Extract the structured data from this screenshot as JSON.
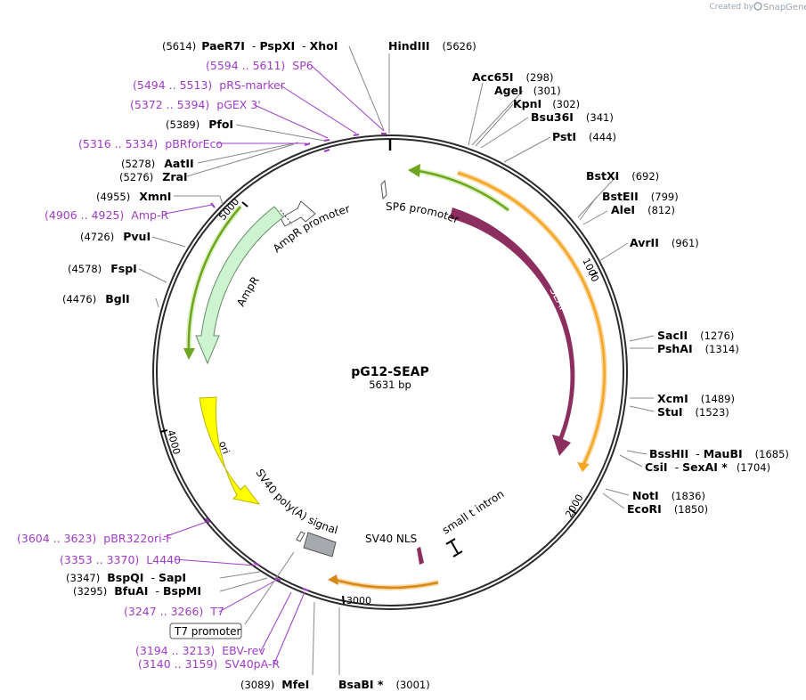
{
  "credit": {
    "prefix": "Created by",
    "brand": "SnapGene"
  },
  "plasmid": {
    "name": "pG12-SEAP",
    "length_label": "5631 bp",
    "length": 5631
  },
  "ticks": [
    "1000",
    "2000",
    "3000",
    "4000",
    "5000"
  ],
  "sites": [
    {
      "id": "paer7i",
      "pos": "(5614)",
      "name": "PaeR7I"
    },
    {
      "id": "pspxi",
      "name": "PspXI"
    },
    {
      "id": "xhoi",
      "name": "XhoI"
    },
    {
      "id": "hindiii",
      "name": "HindIII",
      "pos": "(5626)"
    },
    {
      "id": "acc65i",
      "name": "Acc65I",
      "pos": "(298)"
    },
    {
      "id": "agei",
      "name": "AgeI",
      "pos": "(301)"
    },
    {
      "id": "kpni",
      "name": "KpnI",
      "pos": "(302)"
    },
    {
      "id": "bsu36i",
      "name": "Bsu36I",
      "pos": "(341)"
    },
    {
      "id": "psti",
      "name": "PstI",
      "pos": "(444)"
    },
    {
      "id": "bstxi",
      "name": "BstXI",
      "pos": "(692)"
    },
    {
      "id": "bsteii",
      "name": "BstEII",
      "pos": "(799)"
    },
    {
      "id": "alei",
      "name": "AleI",
      "pos": "(812)"
    },
    {
      "id": "avrii",
      "name": "AvrII",
      "pos": "(961)"
    },
    {
      "id": "sacii",
      "name": "SacII",
      "pos": "(1276)"
    },
    {
      "id": "pshai",
      "name": "PshAI",
      "pos": "(1314)"
    },
    {
      "id": "xcmi",
      "name": "XcmI",
      "pos": "(1489)"
    },
    {
      "id": "stui",
      "name": "StuI",
      "pos": "(1523)"
    },
    {
      "id": "bsshii",
      "name": "BssHII"
    },
    {
      "id": "maubi",
      "name": "MauBI",
      "pos": "(1685)"
    },
    {
      "id": "csii",
      "name": "CsiI"
    },
    {
      "id": "sexai",
      "name": "SexAI *",
      "pos": "(1704)"
    },
    {
      "id": "noti",
      "name": "NotI",
      "pos": "(1836)"
    },
    {
      "id": "ecori",
      "name": "EcoRI",
      "pos": "(1850)"
    },
    {
      "id": "bsabi",
      "name": "BsaBI *",
      "pos": "(3001)"
    },
    {
      "id": "mfei",
      "name": "MfeI",
      "pos": "(3089)"
    },
    {
      "id": "bfuai",
      "name": "BfuAI",
      "pos": "(3295)"
    },
    {
      "id": "bspmi",
      "name": "BspMI"
    },
    {
      "id": "bspqi",
      "name": "BspQI",
      "pos": "(3347)"
    },
    {
      "id": "sapi",
      "name": "SapI"
    },
    {
      "id": "bgli",
      "name": "BglI",
      "pos": "(4476)"
    },
    {
      "id": "fspi",
      "name": "FspI",
      "pos": "(4578)"
    },
    {
      "id": "pvui",
      "name": "PvuI",
      "pos": "(4726)"
    },
    {
      "id": "xmni",
      "name": "XmnI",
      "pos": "(4955)"
    },
    {
      "id": "zrai",
      "name": "ZraI",
      "pos": "(5276)"
    },
    {
      "id": "aatii",
      "name": "AatII",
      "pos": "(5278)"
    },
    {
      "id": "pfoi",
      "name": "PfoI",
      "pos": "(5389)"
    }
  ],
  "primers": [
    {
      "id": "sp6",
      "range": "(5594 .. 5611)",
      "name": "SP6"
    },
    {
      "id": "prs",
      "range": "(5494 .. 5513)",
      "name": "pRS-marker"
    },
    {
      "id": "pgex",
      "range": "(5372 .. 5394)",
      "name": "pGEX 3'"
    },
    {
      "id": "pbrforeco",
      "range": "(5316 .. 5334)",
      "name": "pBRforEco"
    },
    {
      "id": "ampr",
      "range": "(4906 .. 4925)",
      "name": "Amp-R"
    },
    {
      "id": "pbr322ori",
      "range": "(3604 .. 3623)",
      "name": "pBR322ori-F"
    },
    {
      "id": "l4440",
      "range": "(3353 .. 3370)",
      "name": "L4440"
    },
    {
      "id": "t7",
      "range": "(3247 .. 3266)",
      "name": "T7"
    },
    {
      "id": "ebv",
      "range": "(3194 .. 3213)",
      "name": "EBV-rev"
    },
    {
      "id": "sv40pa",
      "range": "(3140 .. 3159)",
      "name": "SV40pA-R"
    }
  ],
  "features": {
    "sp6_promoter": "SP6 promoter",
    "seap": "SEAP",
    "ampr_promoter": "AmpR promoter",
    "ampr": "AmpR",
    "ori": "ori",
    "sv40_polya": "SV40 poly(A) signal",
    "sv40_nls": "SV40 NLS",
    "small_t": "small t intron",
    "t7_promoter": "T7 promoter"
  },
  "colors": {
    "backbone": "#2b2b2b",
    "seap": "#8c2e5e",
    "orf_orange": "#f5a623",
    "orf_green": "#8ac43f",
    "ampr_fill": "#ccf5cf",
    "ori_fill": "#ffff00",
    "polya_fill": "#a6a9ae",
    "primer": "#a03cc8",
    "line": "#888888"
  }
}
